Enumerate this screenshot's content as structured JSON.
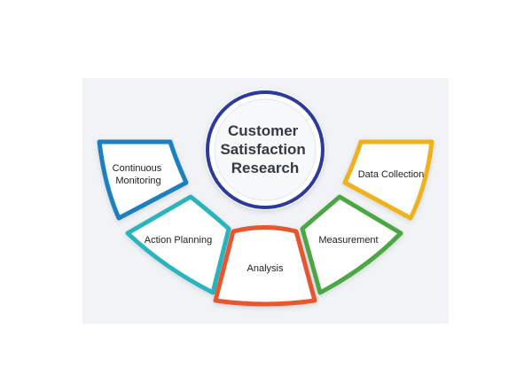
{
  "center": {
    "title_lines": [
      "Customer",
      "Satisfaction",
      "Research"
    ],
    "ring_color": "#2b3a9b"
  },
  "segments": [
    {
      "id": "continuous-monitoring",
      "lines": [
        "Continuous",
        "Monitoring"
      ],
      "color": "#1b7fbf"
    },
    {
      "id": "action-planning",
      "lines": [
        "Action Planning"
      ],
      "color": "#2bb5be"
    },
    {
      "id": "analysis",
      "lines": [
        "Analysis"
      ],
      "color": "#e8572f"
    },
    {
      "id": "measurement",
      "lines": [
        "Measurement"
      ],
      "color": "#4aa843"
    },
    {
      "id": "data-collection",
      "lines": [
        "Data Collection"
      ],
      "color": "#f0b21c"
    }
  ]
}
